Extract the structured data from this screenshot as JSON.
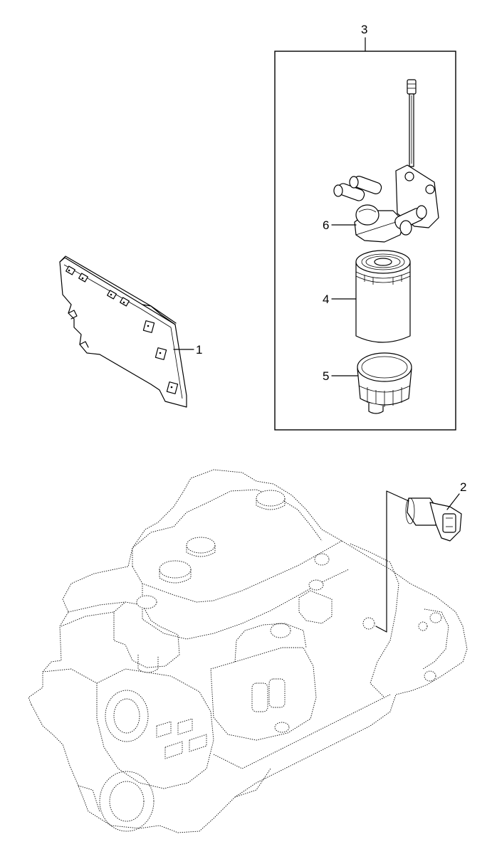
{
  "diagram": {
    "labels": {
      "ecu": "1",
      "sensor": "2",
      "filter_assembly": "3",
      "filter_element": "4",
      "filter_bowl": "5",
      "filter_head": "6"
    }
  }
}
